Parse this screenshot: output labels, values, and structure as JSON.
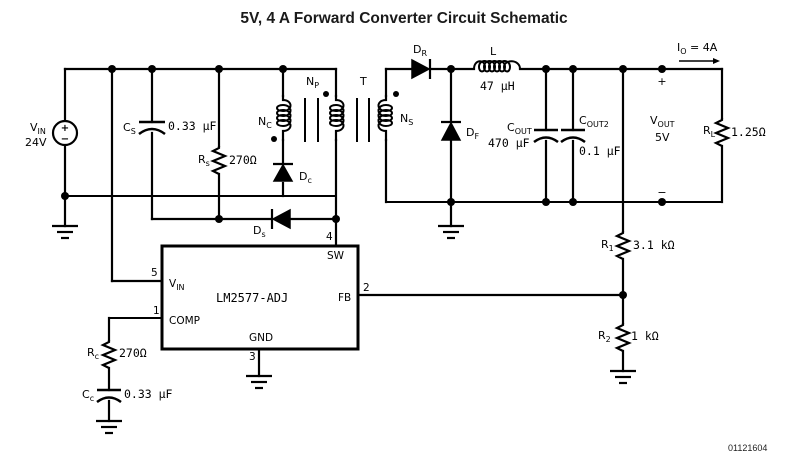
{
  "title": "5V, 4 A Forward Converter Circuit Schematic",
  "figure_id": "01121604",
  "source": {
    "name": "V",
    "sub": "IN",
    "value": "24V",
    "plus": "+",
    "minus": "−"
  },
  "components": {
    "cs": {
      "name": "C",
      "sub": "S",
      "value": "0.33 μF"
    },
    "rs": {
      "name": "R",
      "sub": "s",
      "value": "270Ω"
    },
    "nc": {
      "name": "N",
      "sub": "C"
    },
    "np": {
      "name": "N",
      "sub": "P"
    },
    "ns": {
      "name": "N",
      "sub": "S"
    },
    "t": {
      "name": "T"
    },
    "dc": {
      "name": "D",
      "sub": "c"
    },
    "ds": {
      "name": "D",
      "sub": "s"
    },
    "dr": {
      "name": "D",
      "sub": "R"
    },
    "df": {
      "name": "D",
      "sub": "F"
    },
    "l": {
      "name": "L",
      "value": "47 μH"
    },
    "cout": {
      "name": "C",
      "sub": "OUT",
      "value": "470 μF"
    },
    "cout2": {
      "name": "C",
      "sub": "OUT2",
      "value": "0.1 μF"
    },
    "rl": {
      "name": "R",
      "sub": "L",
      "value": "1.25Ω"
    },
    "r1": {
      "name": "R",
      "sub": "1",
      "value": "3.1 kΩ"
    },
    "r2": {
      "name": "R",
      "sub": "2",
      "value": "1 kΩ"
    },
    "rc": {
      "name": "R",
      "sub": "c",
      "value": "270Ω"
    },
    "cc": {
      "name": "C",
      "sub": "c",
      "value": "0.33 μF"
    }
  },
  "output": {
    "vout_name": "V",
    "vout_sub": "OUT",
    "vout_value": "5V",
    "plus": "+",
    "minus": "−",
    "current_name": "I",
    "current_sub": "O",
    "current_value": " = 4A"
  },
  "ic": {
    "name": "LM2577-ADJ",
    "pins": {
      "vin": {
        "number": "5",
        "label": "V",
        "sub": "IN"
      },
      "comp": {
        "number": "1",
        "label": "COMP"
      },
      "sw": {
        "number": "4",
        "label": "SW"
      },
      "fb": {
        "number": "2",
        "label": "FB"
      },
      "gnd": {
        "number": "3",
        "label": "GND"
      }
    }
  }
}
